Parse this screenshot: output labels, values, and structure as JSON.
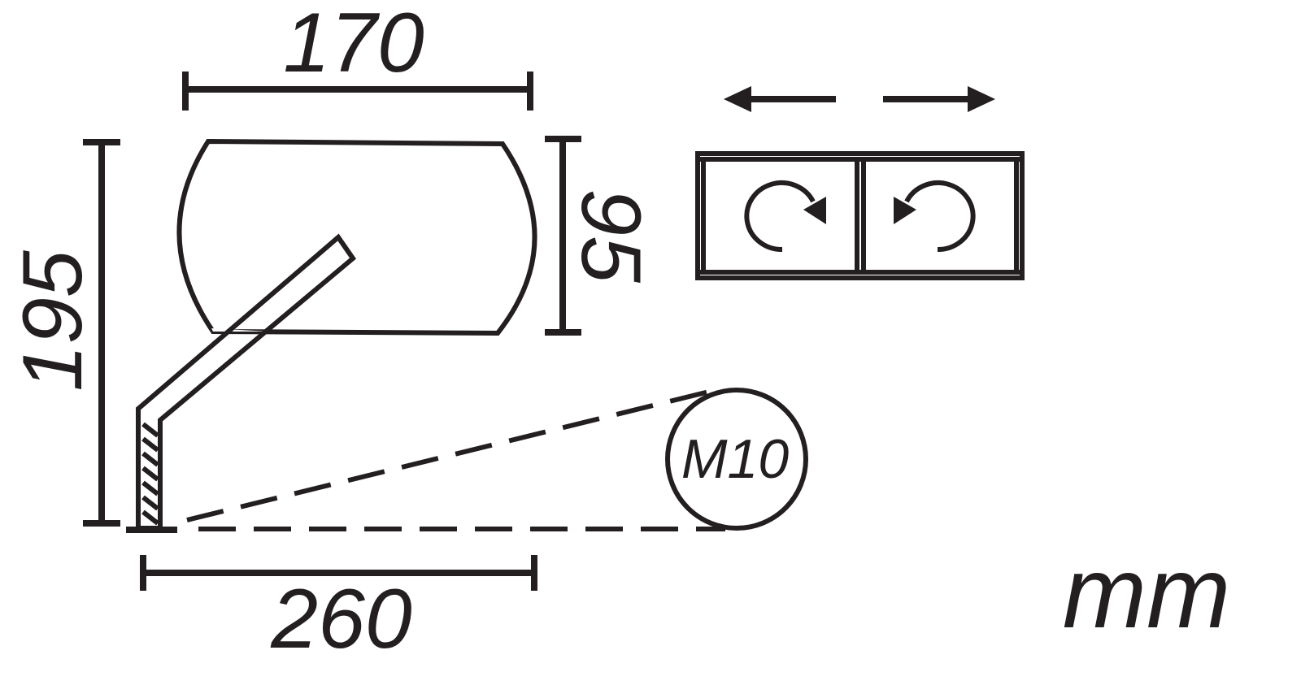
{
  "dimensions": {
    "mirror_width": "170",
    "total_height": "195",
    "mirror_height": "95",
    "total_width": "260"
  },
  "thread": "M10",
  "units": "mm",
  "colors": {
    "line": "#231f20",
    "background": "#ffffff"
  },
  "icons": {
    "rotate_clockwise": "clockwise-arrow-icon",
    "rotate_counterclockwise": "counterclockwise-arrow-icon",
    "arrow_left": "arrow-left-icon",
    "arrow_right": "arrow-right-icon"
  }
}
